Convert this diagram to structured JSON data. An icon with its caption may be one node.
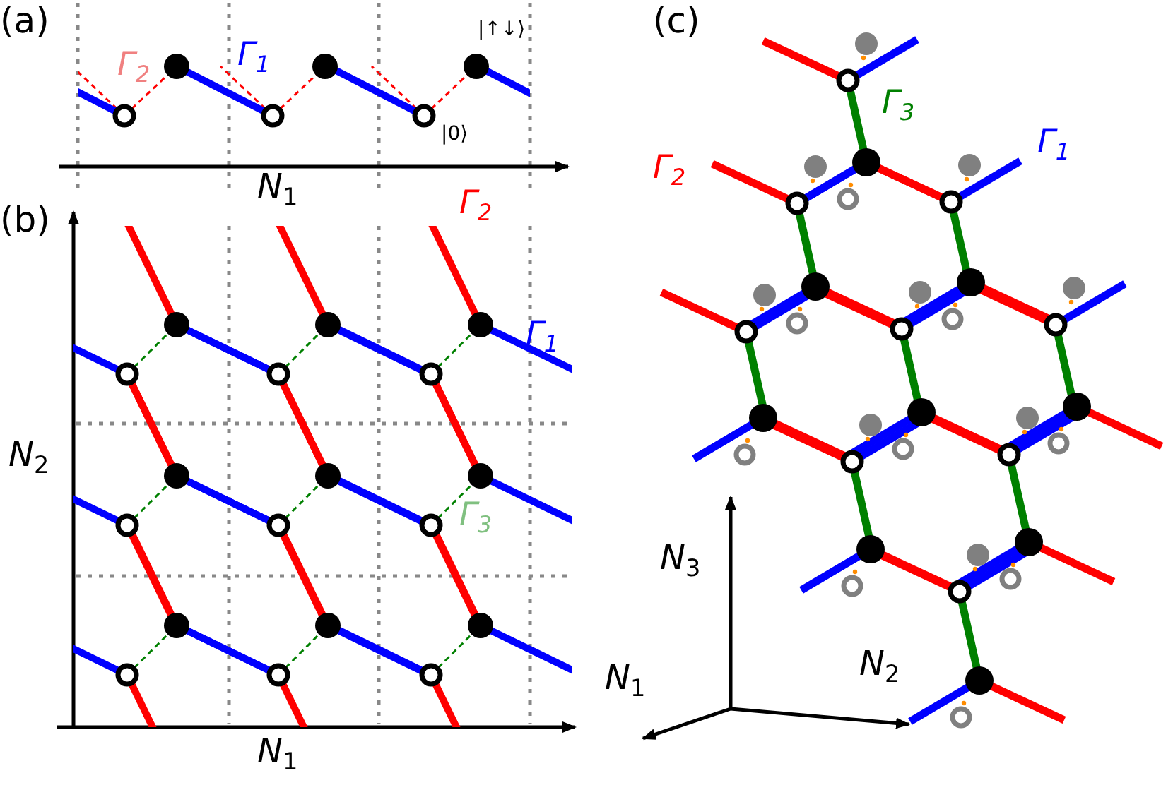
{
  "diagram": {
    "labels": [
      "(a)",
      "Γ$_{2}$",
      "Γ$_{1}$",
      "|↑↓⟩",
      "|0⟩",
      "*N*$_{1}$",
      "(b)",
      "Γ$_{2}$",
      "Γ$_{1}$",
      "*N*$_{2}$",
      "Γ$_{3}$",
      "*N*$_{1}$",
      "(c)",
      "Γ$_{3}$",
      "Γ$_{1}$",
      "Γ$_{2}$",
      "*N*$_{3}$",
      "*N*$_{1}$",
      "*N*$_{2}$"
    ]
  }
}
